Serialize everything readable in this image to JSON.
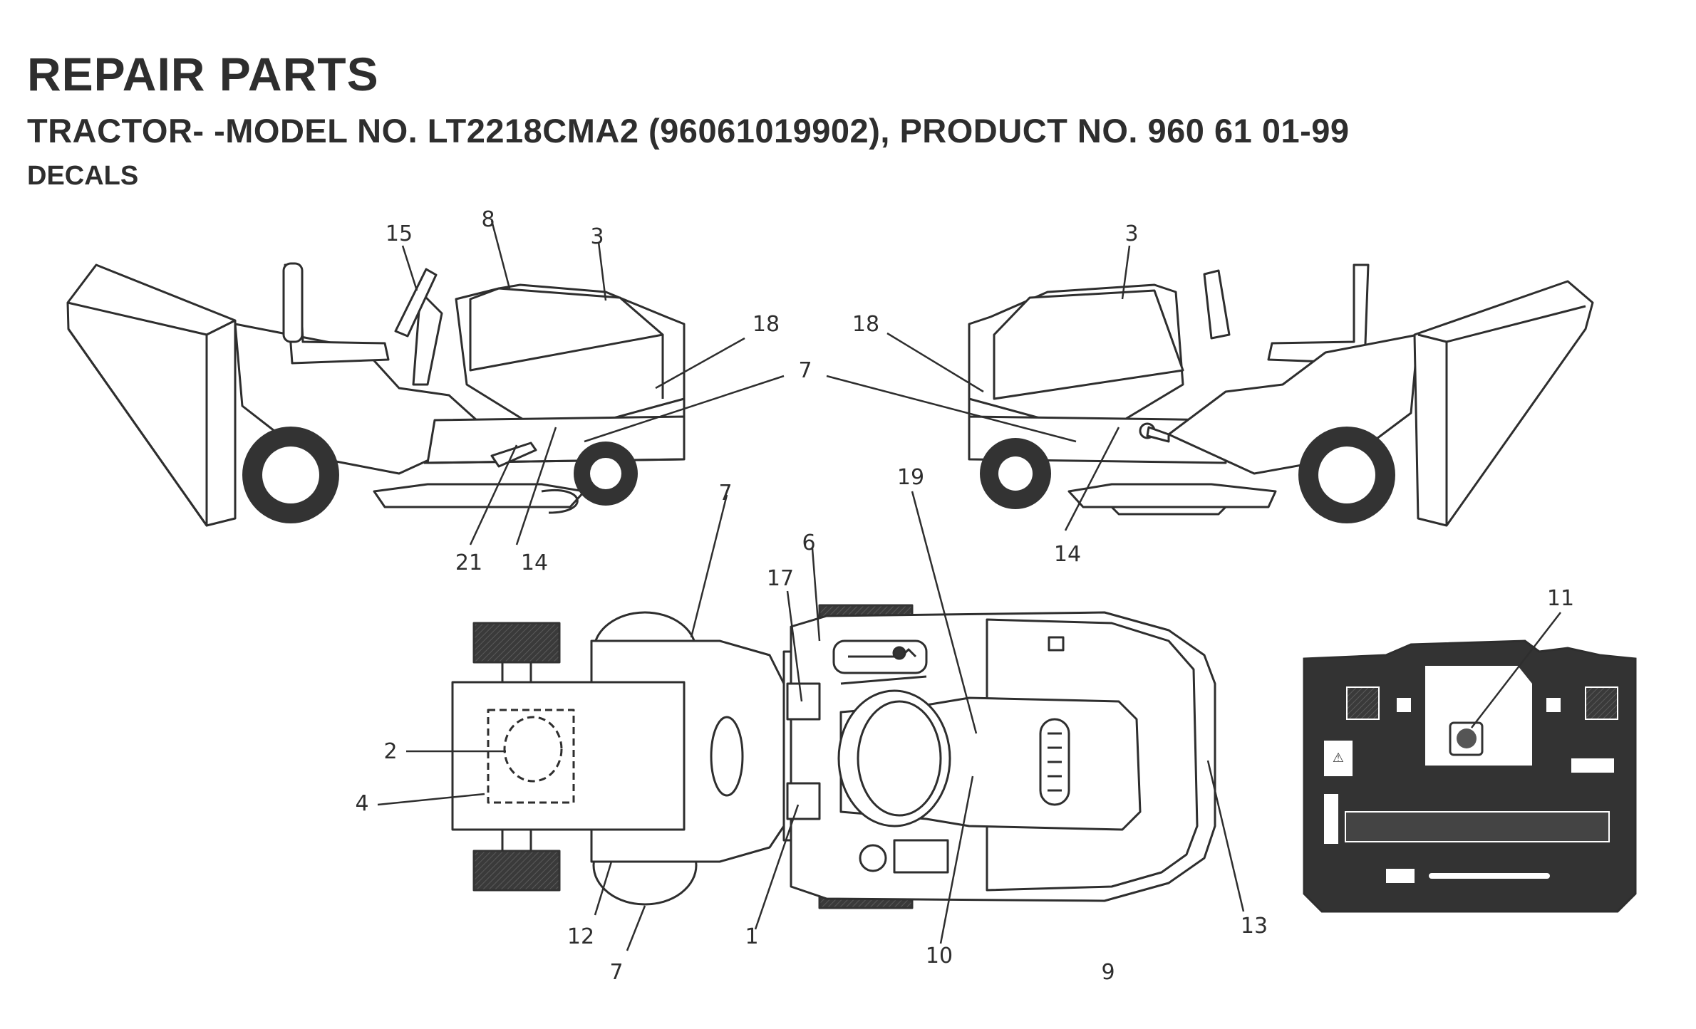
{
  "header": {
    "title": "REPAIR PARTS",
    "subtitle": "TRACTOR- -MODEL NO. LT2218CMA2 (96061019902), PRODUCT NO. 960 61 01-99",
    "section": "DECALS"
  },
  "callouts": {
    "left_view": [
      "15",
      "8",
      "3",
      "18",
      "7",
      "21",
      "14"
    ],
    "right_view": [
      "3",
      "18",
      "14"
    ],
    "top_view": [
      "7",
      "17",
      "6",
      "19",
      "2",
      "4",
      "12",
      "7",
      "1",
      "10",
      "9",
      "13"
    ],
    "dash_view": [
      "11"
    ]
  },
  "colors": {
    "line": "#2e2e2e",
    "fill": "#ffffff",
    "tire": "#333333"
  }
}
